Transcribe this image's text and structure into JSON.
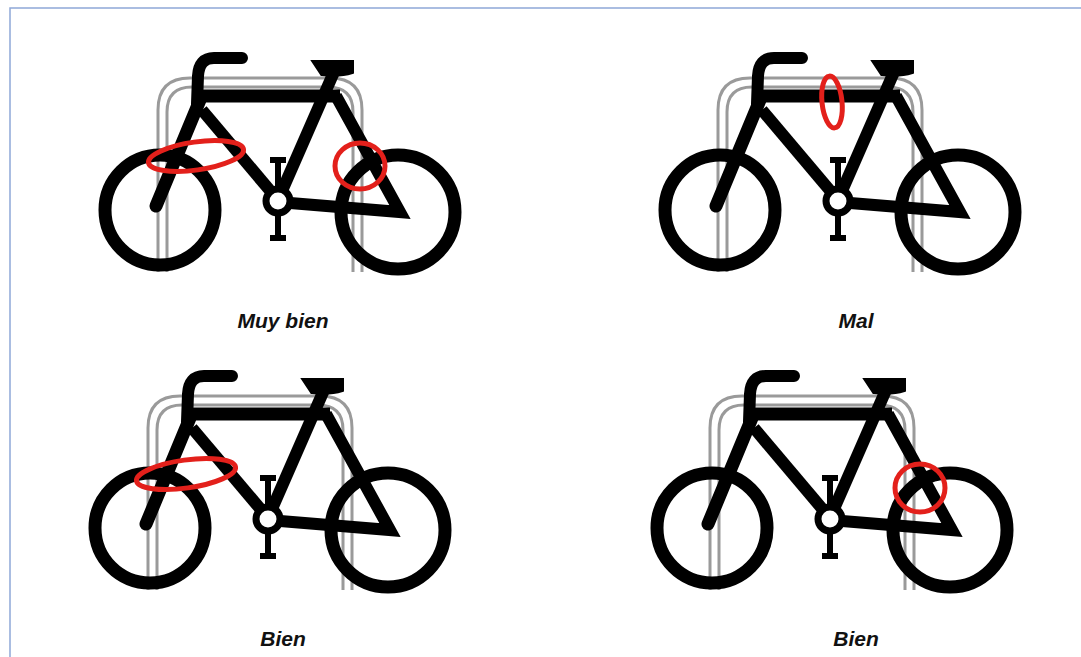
{
  "diagram": {
    "labels": [
      "Muy bien",
      "Mal",
      "Bien",
      "Bien"
    ]
  }
}
